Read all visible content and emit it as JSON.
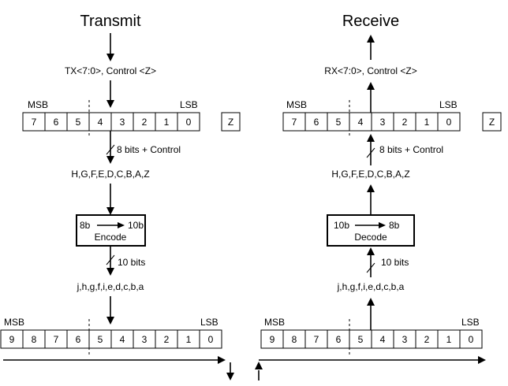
{
  "transmit": {
    "title": "Transmit",
    "input_label": "TX<7:0>, Control <Z>",
    "msb": "MSB",
    "lsb": "LSB",
    "byte_cells": [
      "7",
      "6",
      "5",
      "4",
      "3",
      "2",
      "1",
      "0"
    ],
    "control_cell": "Z",
    "bits_label": "8 bits + Control",
    "letters": "H,G,F,E,D,C,B,A,Z",
    "box_left": "8b",
    "box_right": "10b",
    "box_name": "Encode",
    "ten_bits_label": "10 bits",
    "code_letters": "j,h,g,f,i,e,d,c,b,a",
    "msb_out": "MSB",
    "lsb_out": "LSB",
    "word_cells": [
      "9",
      "8",
      "7",
      "6",
      "5",
      "4",
      "3",
      "2",
      "1",
      "0"
    ]
  },
  "receive": {
    "title": "Receive",
    "output_label": "RX<7:0>, Control <Z>",
    "msb": "MSB",
    "lsb": "LSB",
    "byte_cells": [
      "7",
      "6",
      "5",
      "4",
      "3",
      "2",
      "1",
      "0"
    ],
    "control_cell": "Z",
    "bits_label": "8 bits + Control",
    "letters": "H,G,F,E,D,C,B,A,Z",
    "box_left": "10b",
    "box_right": "8b",
    "box_name": "Decode",
    "ten_bits_label": "10 bits",
    "code_letters": "j,h,g,f,i,e,d,c,b,a",
    "msb_in": "MSB",
    "lsb_in": "LSB",
    "word_cells": [
      "9",
      "8",
      "7",
      "6",
      "5",
      "4",
      "3",
      "2",
      "1",
      "0"
    ]
  }
}
